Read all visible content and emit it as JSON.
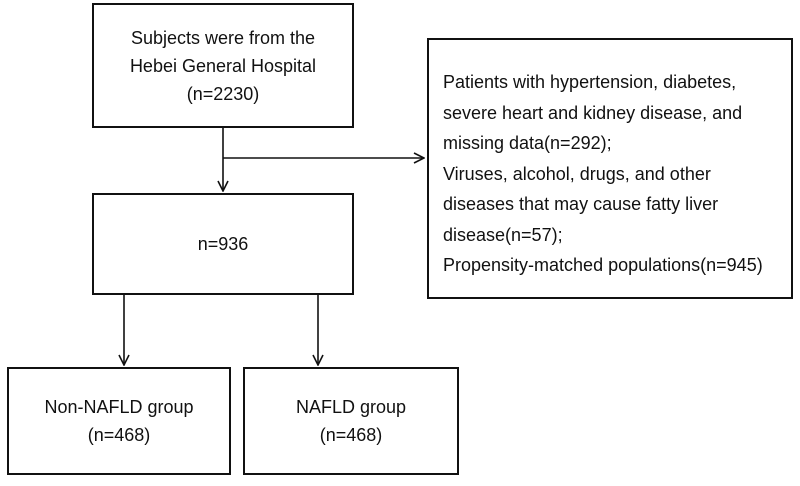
{
  "flowchart": {
    "source": {
      "lines": [
        "Subjects were from the",
        "Hebei General Hospital",
        "(n=2230)"
      ]
    },
    "exclusion": {
      "lines": [
        "Patients with hypertension, diabetes,",
        "severe heart and kidney disease, and",
        "missing data(n=292);",
        "Viruses, alcohol, drugs, and other",
        "diseases that may cause fatty liver",
        "disease(n=57);",
        "Propensity-matched populations(n=945)"
      ]
    },
    "cohort": {
      "label": "n=936"
    },
    "groups": [
      {
        "name": "Non-NAFLD group",
        "count": "(n=468)"
      },
      {
        "name": "NAFLD group",
        "count": "(n=468)"
      }
    ]
  }
}
